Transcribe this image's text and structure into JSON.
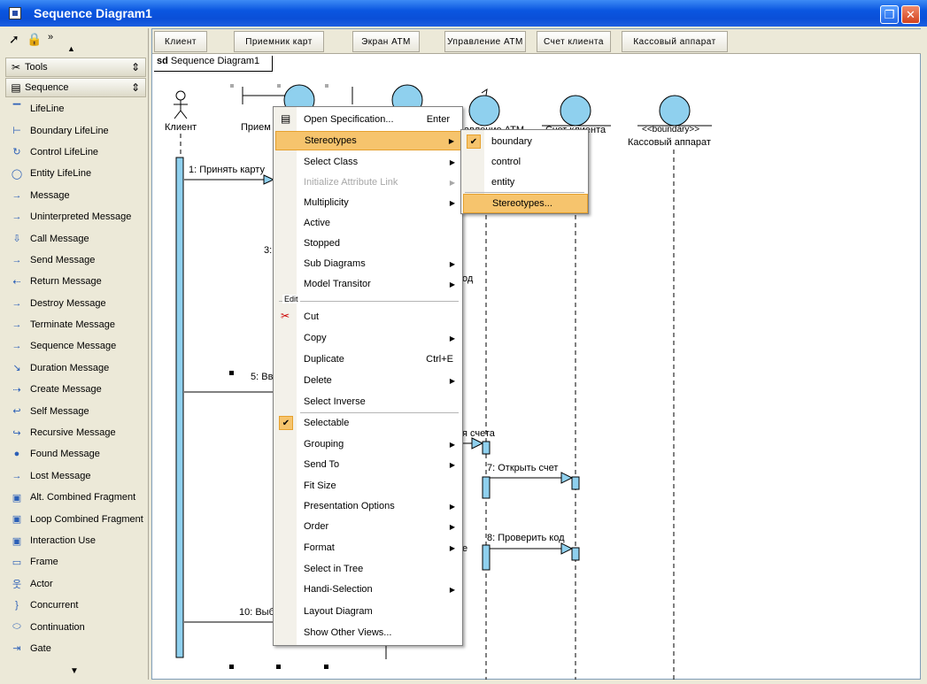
{
  "window": {
    "title": "Sequence Diagram1"
  },
  "palette": {
    "tools_header": "Tools",
    "sequence_header": "Sequence",
    "items": [
      {
        "label": "LifeLine",
        "icon": "lifeline-icon",
        "glyph": "▔"
      },
      {
        "label": "Boundary LifeLine",
        "icon": "boundary-lifeline-icon",
        "glyph": "⊢"
      },
      {
        "label": "Control LifeLine",
        "icon": "control-lifeline-icon",
        "glyph": "↻"
      },
      {
        "label": "Entity LifeLine",
        "icon": "entity-lifeline-icon",
        "glyph": "◯"
      },
      {
        "label": "Message",
        "icon": "message-icon",
        "glyph": "→"
      },
      {
        "label": "Uninterpreted Message",
        "icon": "uninterpreted-message-icon",
        "glyph": "→"
      },
      {
        "label": "Call Message",
        "icon": "call-message-icon",
        "glyph": "⇩"
      },
      {
        "label": "Send Message",
        "icon": "send-message-icon",
        "glyph": "→"
      },
      {
        "label": "Return Message",
        "icon": "return-message-icon",
        "glyph": "⇠"
      },
      {
        "label": "Destroy Message",
        "icon": "destroy-message-icon",
        "glyph": "→"
      },
      {
        "label": "Terminate Message",
        "icon": "terminate-message-icon",
        "glyph": "→"
      },
      {
        "label": "Sequence Message",
        "icon": "sequence-message-icon",
        "glyph": "→"
      },
      {
        "label": "Duration Message",
        "icon": "duration-message-icon",
        "glyph": "↘"
      },
      {
        "label": "Create Message",
        "icon": "create-message-icon",
        "glyph": "⇢"
      },
      {
        "label": "Self Message",
        "icon": "self-message-icon",
        "glyph": "↩"
      },
      {
        "label": "Recursive Message",
        "icon": "recursive-message-icon",
        "glyph": "↪"
      },
      {
        "label": "Found Message",
        "icon": "found-message-icon",
        "glyph": "●"
      },
      {
        "label": "Lost Message",
        "icon": "lost-message-icon",
        "glyph": "→"
      },
      {
        "label": "Alt. Combined Fragment",
        "icon": "alt-fragment-icon",
        "glyph": "▣"
      },
      {
        "label": "Loop Combined Fragment",
        "icon": "loop-fragment-icon",
        "glyph": "▣"
      },
      {
        "label": "Interaction Use",
        "icon": "interaction-use-icon",
        "glyph": "▣"
      },
      {
        "label": "Frame",
        "icon": "frame-icon",
        "glyph": "▭"
      },
      {
        "label": "Actor",
        "icon": "actor-icon",
        "glyph": "웃"
      },
      {
        "label": "Concurrent",
        "icon": "concurrent-icon",
        "glyph": "}"
      },
      {
        "label": "Continuation",
        "icon": "continuation-icon",
        "glyph": "⬭"
      },
      {
        "label": "Gate",
        "icon": "gate-icon",
        "glyph": "⇥"
      }
    ]
  },
  "lifeline_tabs": [
    "Клиент",
    "Приемник карт",
    "Экран АТМ",
    "Управление АТМ",
    "Счет клиента",
    "Кассовый аппарат"
  ],
  "diagram": {
    "frame_keyword": "sd",
    "frame_name": "Sequence Diagram1",
    "lifelines": {
      "client": "Клиент",
      "receiver_partial": "Прием",
      "control_partial": "авление АТМ",
      "account": "Счет клиента",
      "cash_stereotype": "<<boundary>>",
      "cash": "Кассовый аппарат"
    },
    "messages": {
      "m1": "1: Принять карту",
      "m3": "3:",
      "m_code": "од",
      "m5": "5: Вв",
      "m_account": "я счета",
      "m7": "7: Открыть счет",
      "m_e": "е",
      "m8": "8: Проверить код",
      "m10": "10: Выб"
    }
  },
  "context_menu": {
    "items": {
      "open_spec": "Open Specification...",
      "open_spec_shortcut": "Enter",
      "stereotypes": "Stereotypes",
      "select_class": "Select Class",
      "init_attr_link": "Initialize Attribute Link",
      "multiplicity": "Multiplicity",
      "active": "Active",
      "stopped": "Stopped",
      "sub_diagrams": "Sub Diagrams",
      "model_transitor": "Model Transitor",
      "edit_section": "Edit",
      "cut": "Cut",
      "copy": "Copy",
      "duplicate": "Duplicate",
      "duplicate_shortcut": "Ctrl+E",
      "delete": "Delete",
      "select_inverse": "Select Inverse",
      "selectable": "Selectable",
      "grouping": "Grouping",
      "send_to": "Send To",
      "fit_size": "Fit Size",
      "presentation_options": "Presentation Options",
      "order": "Order",
      "format": "Format",
      "select_in_tree": "Select in Tree",
      "handi_selection": "Handi-Selection",
      "layout_diagram": "Layout Diagram",
      "show_other_views": "Show Other Views..."
    }
  },
  "stereotype_submenu": {
    "boundary": "boundary",
    "control": "control",
    "entity": "entity",
    "more": "Stereotypes..."
  }
}
